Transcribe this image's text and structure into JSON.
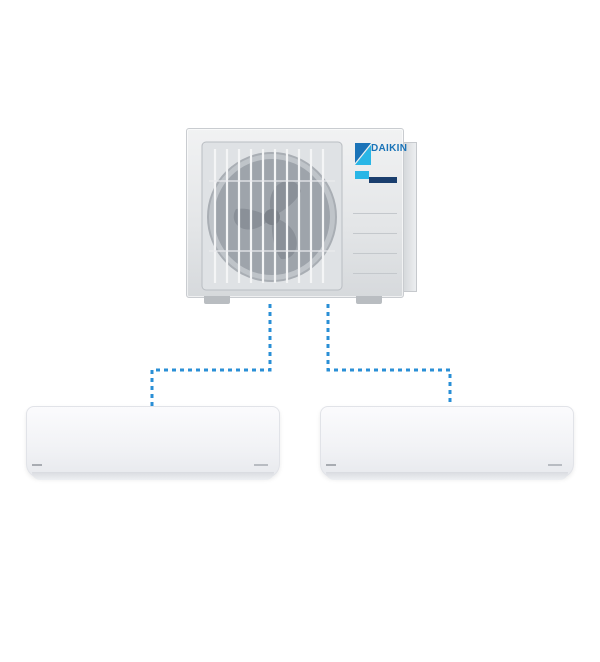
{
  "brand": {
    "name": "DAIKIN",
    "accent_color": "#1a73b8",
    "accent_secondary": "#29b6e6"
  },
  "outdoor_unit": {
    "icon": "outdoor-condenser-icon"
  },
  "indoor_units": [
    {
      "icon": "wall-mounted-ac-icon"
    },
    {
      "icon": "wall-mounted-ac-icon"
    }
  ],
  "connections": {
    "style": "dashed",
    "color": "#2a8fd6",
    "count": 2
  }
}
